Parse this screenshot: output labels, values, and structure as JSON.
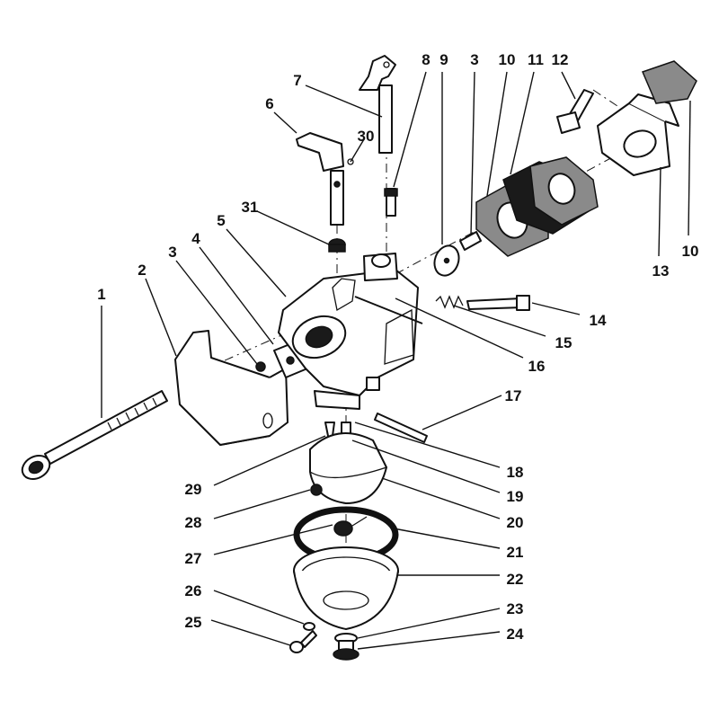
{
  "callouts": [
    {
      "id": "1",
      "label": "1"
    },
    {
      "id": "2",
      "label": "2"
    },
    {
      "id": "3a",
      "label": "3"
    },
    {
      "id": "3b",
      "label": "3"
    },
    {
      "id": "4",
      "label": "4"
    },
    {
      "id": "5",
      "label": "5"
    },
    {
      "id": "6",
      "label": "6"
    },
    {
      "id": "7",
      "label": "7"
    },
    {
      "id": "8",
      "label": "8"
    },
    {
      "id": "9",
      "label": "9"
    },
    {
      "id": "10a",
      "label": "10"
    },
    {
      "id": "10b",
      "label": "10"
    },
    {
      "id": "11",
      "label": "11"
    },
    {
      "id": "12",
      "label": "12"
    },
    {
      "id": "13",
      "label": "13"
    },
    {
      "id": "14",
      "label": "14"
    },
    {
      "id": "15",
      "label": "15"
    },
    {
      "id": "16",
      "label": "16"
    },
    {
      "id": "17",
      "label": "17"
    },
    {
      "id": "18",
      "label": "18"
    },
    {
      "id": "19",
      "label": "19"
    },
    {
      "id": "20",
      "label": "20"
    },
    {
      "id": "21",
      "label": "21"
    },
    {
      "id": "22",
      "label": "22"
    },
    {
      "id": "23",
      "label": "23"
    },
    {
      "id": "24",
      "label": "24"
    },
    {
      "id": "25",
      "label": "25"
    },
    {
      "id": "26",
      "label": "26"
    },
    {
      "id": "27",
      "label": "27"
    },
    {
      "id": "28",
      "label": "28"
    },
    {
      "id": "29",
      "label": "29"
    },
    {
      "id": "30",
      "label": "30"
    },
    {
      "id": "31",
      "label": "31"
    }
  ]
}
